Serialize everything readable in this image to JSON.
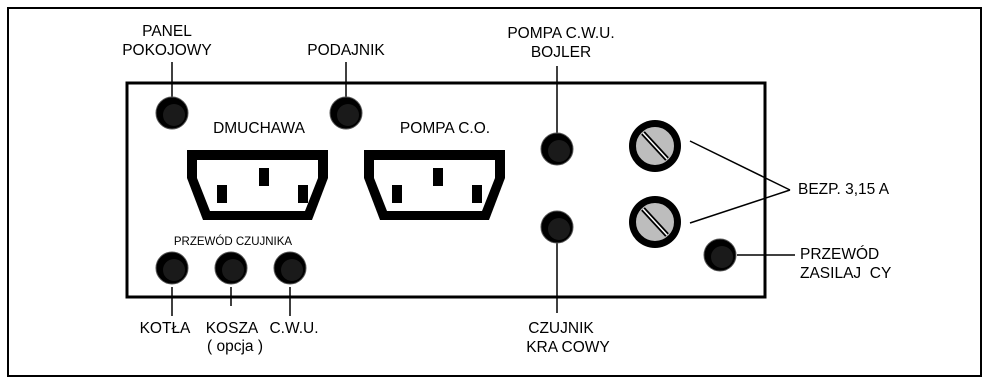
{
  "labels": {
    "panel_line1": "PANEL",
    "panel_line2": "POKOJOWY",
    "podajnik": "PODAJNIK",
    "pompa_cwu_line1": "POMPA C.W.U.",
    "pompa_cwu_line2": "BOJLER",
    "dmuchawa": "DMUCHAWA",
    "pompa_co": "POMPA C.O.",
    "bezp": "BEZP. 3,15 A",
    "przewod_czujnika": "PRZEWÓD CZUJNIKA",
    "kotla": "KOTŁA",
    "kosza": "KOSZA",
    "opcja": "( opcja )",
    "cwu": "C.W.U.",
    "czujnik_line1": "CZUJNIK",
    "czujnik_line2": "KRA  COWY",
    "zasil_line1": "PRZEWÓD",
    "zasil_line2": "ZASILAJ  CY"
  },
  "icons": {
    "socket": "iec-c13-socket-icon",
    "fuse": "fuse-holder-icon",
    "gland": "cable-gland-icon"
  }
}
